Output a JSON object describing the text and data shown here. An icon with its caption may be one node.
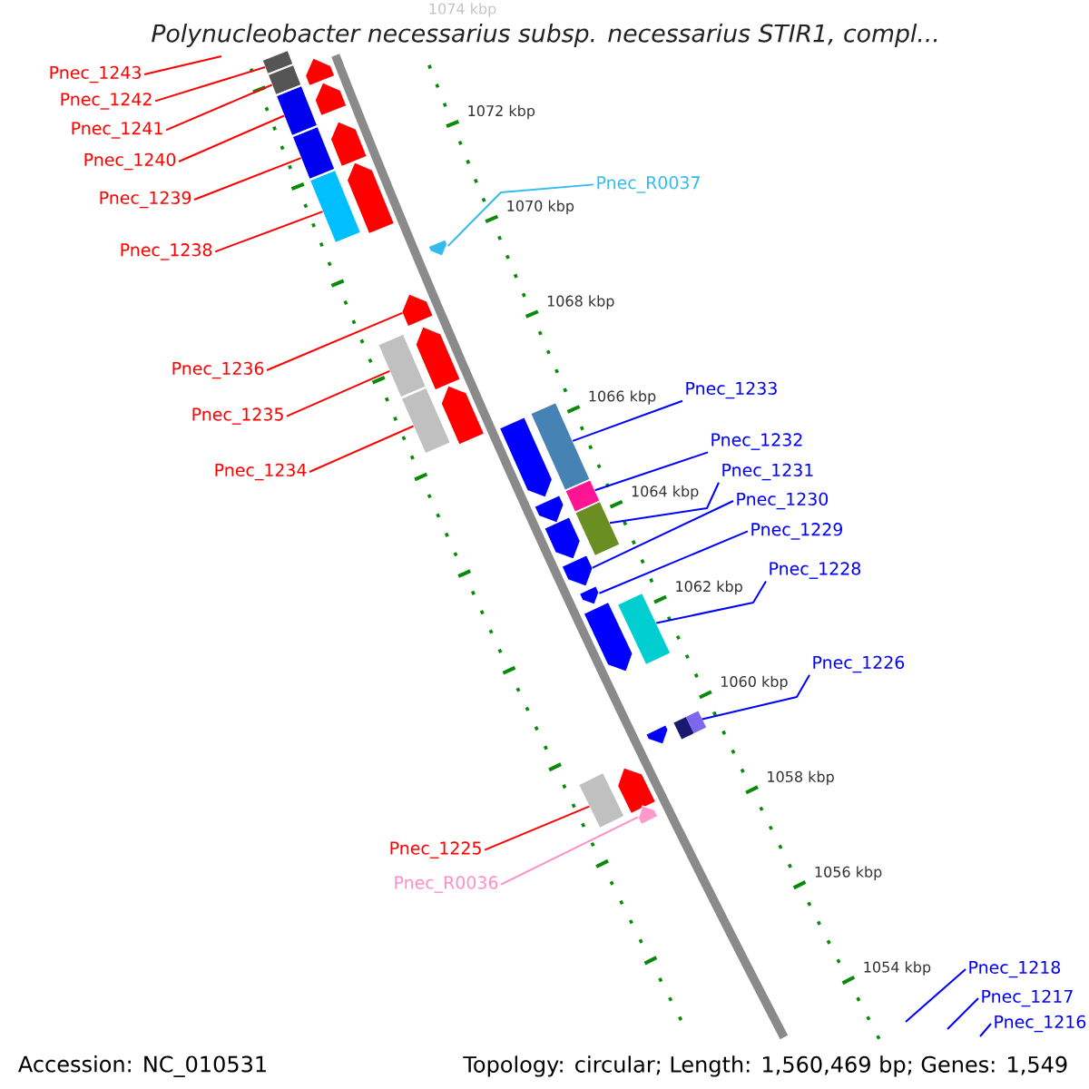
{
  "diagram": {
    "title": "Polynucleobacter necessarius subsp. necessarius STIR1, compl...",
    "nodes": [
      {
        "text": [
          "Pnec_1243"
        ]
      },
      {
        "text": [
          "Pnec_1242"
        ]
      },
      {
        "text": [
          "Pnec_1241"
        ]
      },
      {
        "text": [
          "Pnec_1240"
        ]
      },
      {
        "text": [
          "Pnec_1239"
        ]
      },
      {
        "text": [
          "Pnec_1238"
        ]
      },
      {
        "text": [
          "Pnec_1236"
        ]
      },
      {
        "text": [
          "Pnec_1235"
        ]
      },
      {
        "text": [
          "Pnec_1234"
        ]
      },
      {
        "text": [
          "Pnec_1225"
        ]
      },
      {
        "text": [
          "Pnec_R0036"
        ]
      },
      {
        "text": [
          "Pnec_R0037"
        ]
      },
      {
        "text": [
          "Pnec_1233"
        ]
      },
      {
        "text": [
          "Pnec_1232"
        ]
      },
      {
        "text": [
          "Pnec_1231"
        ]
      },
      {
        "text": [
          "Pnec_1230"
        ]
      },
      {
        "text": [
          "Pnec_1229"
        ]
      },
      {
        "text": [
          "Pnec_1228"
        ]
      },
      {
        "text": [
          "Pnec_1226"
        ]
      },
      {
        "text": [
          "Pnec_1218"
        ]
      },
      {
        "text": [
          "Pnec_1217"
        ]
      },
      {
        "text": [
          "Pnec_1216"
        ]
      },
      {
        "text": [],
        "shape": "box"
      },
      {
        "text": [],
        "shape": "pentagon"
      },
      {
        "text": [],
        "shape": "box"
      },
      {
        "text": [],
        "shape": "pentagon"
      },
      {
        "text": [],
        "shape": "box"
      },
      {
        "text": [],
        "shape": "pentagon"
      },
      {
        "text": [],
        "shape": "box"
      },
      {
        "text": [],
        "shape": "pentagon"
      },
      {
        "text": [],
        "shape": "box"
      },
      {
        "text": [],
        "shape": "pentagon"
      },
      {
        "text": [],
        "shape": "pentagon"
      },
      {
        "text": [],
        "shape": "pentagon"
      },
      {
        "text": [],
        "shape": "box"
      },
      {
        "text": [],
        "shape": "pentagon"
      },
      {
        "text": [],
        "shape": "box"
      },
      {
        "text": [],
        "shape": "box"
      },
      {
        "text": [],
        "shape": "pentagon"
      },
      {
        "text": [],
        "shape": "box"
      },
      {
        "text": [],
        "shape": "pentagon"
      },
      {
        "text": [],
        "shape": "box"
      },
      {
        "text": [],
        "shape": "pentagon"
      },
      {
        "text": [],
        "shape": "pentagon"
      },
      {
        "text": [],
        "shape": "pentagon"
      },
      {
        "text": [],
        "shape": "box"
      },
      {
        "text": [],
        "shape": "pentagon"
      },
      {
        "text": [],
        "shape": "box"
      },
      {
        "text": [],
        "shape": "pentagon"
      },
      {
        "text": [],
        "shape": "pentagon"
      },
      {
        "text": [],
        "shape": "box"
      },
      {
        "text": [],
        "shape": "pentagon"
      }
    ],
    "edges": [
      {
        "from": 0,
        "to": null,
        "arrow": "none",
        "color": "#ff0000"
      },
      {
        "from": 1,
        "to": 22,
        "arrow": "none",
        "color": "#ff0000"
      },
      {
        "from": 2,
        "to": 24,
        "arrow": "none",
        "color": "#ff0000"
      },
      {
        "from": 3,
        "to": 26,
        "arrow": "none",
        "color": "#ff0000"
      },
      {
        "from": 4,
        "to": 28,
        "arrow": "none",
        "color": "#ff0000"
      },
      {
        "from": 5,
        "to": 30,
        "arrow": "none",
        "color": "#ff0000"
      },
      {
        "from": 6,
        "to": 32,
        "arrow": "none",
        "color": "#ff0000"
      },
      {
        "from": 7,
        "to": 34,
        "arrow": "none",
        "color": "#ff0000"
      },
      {
        "from": 8,
        "to": 36,
        "arrow": "none",
        "color": "#ff0000"
      },
      {
        "from": 9,
        "to": 50,
        "arrow": "none",
        "color": "#ff0000"
      },
      {
        "from": 10,
        "to": 51,
        "arrow": "none",
        "color": "#ff8ec8"
      },
      {
        "from": 11,
        "to": 31,
        "arrow": "none",
        "color": "#33bbee"
      },
      {
        "from": 12,
        "to": 37,
        "arrow": "none",
        "color": "#0000ff"
      },
      {
        "from": 13,
        "to": 39,
        "arrow": "none",
        "color": "#0000ff"
      },
      {
        "from": 14,
        "to": 41,
        "arrow": "none",
        "color": "#0000ff"
      },
      {
        "from": 15,
        "to": 43,
        "arrow": "none",
        "color": "#0000ff"
      },
      {
        "from": 16,
        "to": 44,
        "arrow": "none",
        "color": "#0000ff"
      },
      {
        "from": 17,
        "to": 45,
        "arrow": "none",
        "color": "#0000ff"
      },
      {
        "from": 18,
        "to": 47,
        "arrow": "none",
        "color": "#0000ff"
      },
      {
        "from": 19,
        "to": null,
        "arrow": "none",
        "color": "#0000ff"
      },
      {
        "from": 20,
        "to": null,
        "arrow": "none",
        "color": "#0000ff"
      },
      {
        "from": 21,
        "to": null,
        "arrow": "none",
        "color": "#0000ff"
      }
    ],
    "labels": [
      "1074 kbp",
      "1072 kbp",
      "1070 kbp",
      "1068 kbp",
      "1066 kbp",
      "1064 kbp",
      "1062 kbp",
      "1060 kbp",
      "1058 kbp",
      "1056 kbp",
      "1054 kbp",
      "Accession: NC_010531",
      "Topology: circular; Length: 1,560,469 bp; Genes: 1,549"
    ]
  }
}
